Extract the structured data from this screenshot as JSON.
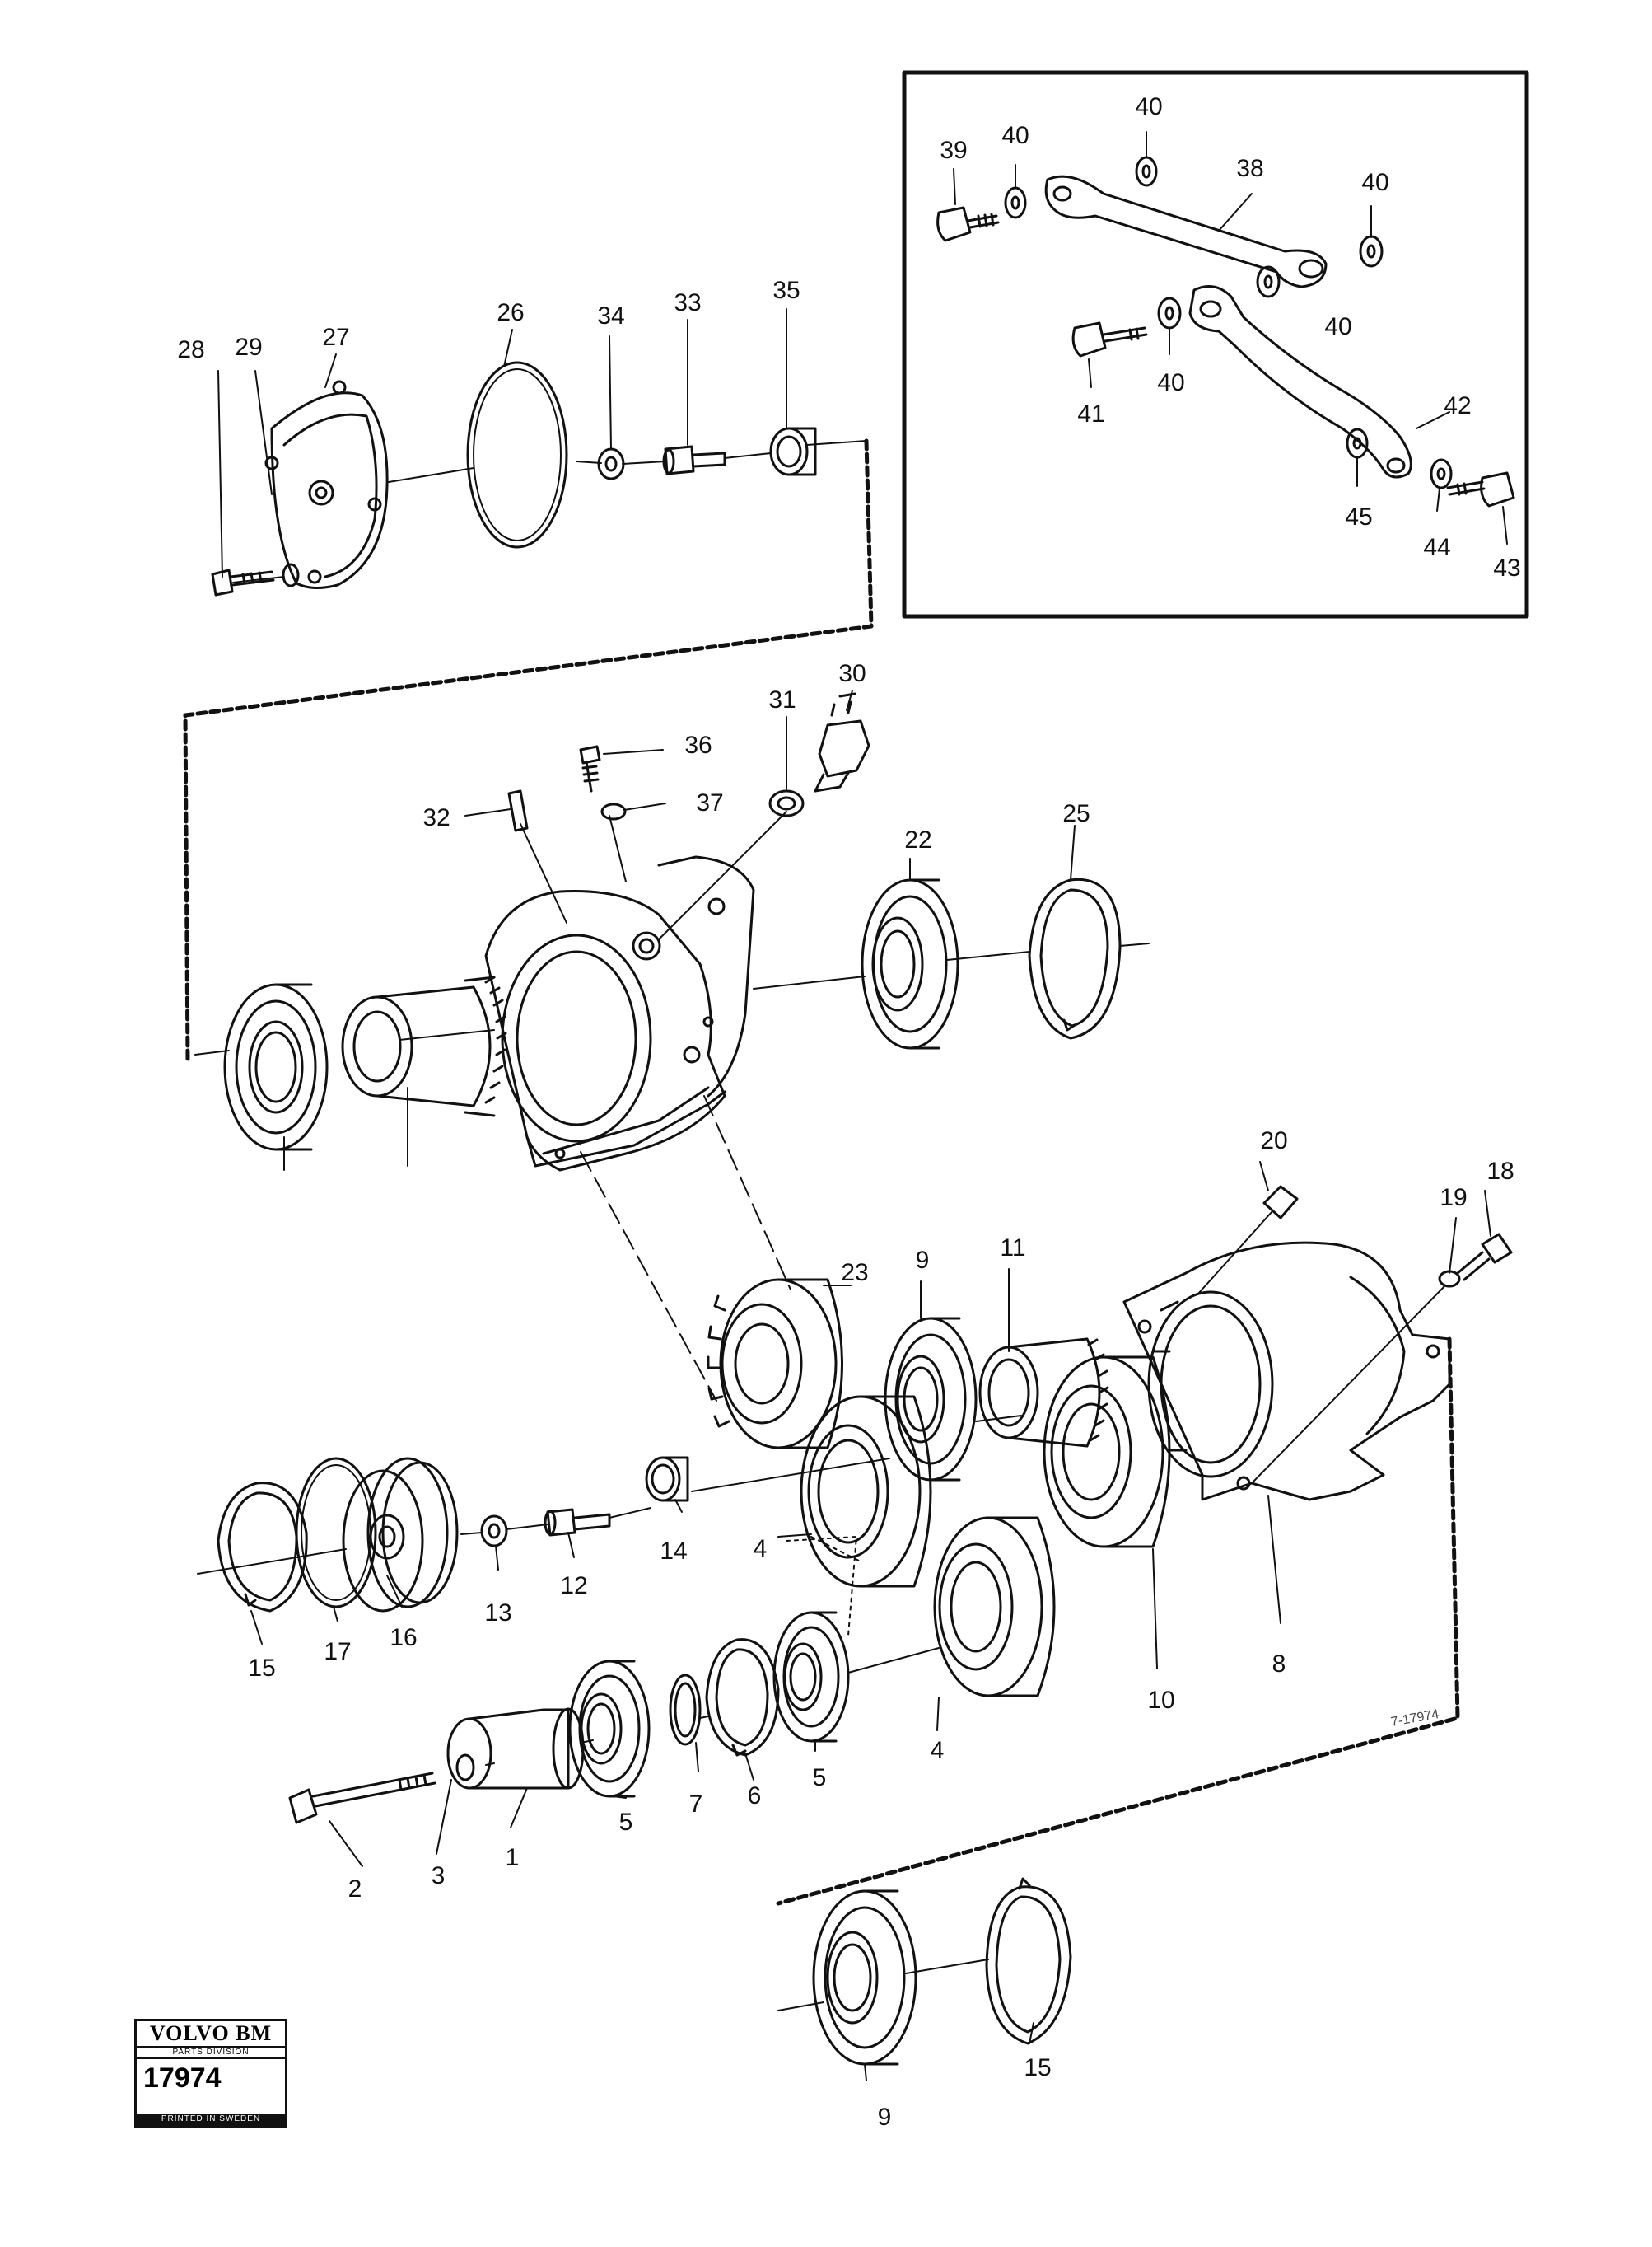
{
  "logo": {
    "brand": "VOLVO BM",
    "division": "PARTS DIVISION",
    "code": "17974",
    "printed": "PRINTED IN SWEDEN"
  },
  "drawing_ref": "7-17974",
  "callouts": [
    {
      "id": "c1",
      "text": "1"
    },
    {
      "id": "c2",
      "text": "2"
    },
    {
      "id": "c3",
      "text": "3"
    },
    {
      "id": "c4a",
      "text": "4"
    },
    {
      "id": "c4b",
      "text": "4"
    },
    {
      "id": "c5a",
      "text": "5"
    },
    {
      "id": "c5b",
      "text": "5"
    },
    {
      "id": "c6",
      "text": "6"
    },
    {
      "id": "c7",
      "text": "7"
    },
    {
      "id": "c8",
      "text": "8"
    },
    {
      "id": "c9a",
      "text": "9"
    },
    {
      "id": "c9b",
      "text": "9"
    },
    {
      "id": "c10",
      "text": "10"
    },
    {
      "id": "c11",
      "text": "11"
    },
    {
      "id": "c12",
      "text": "12"
    },
    {
      "id": "c13",
      "text": "13"
    },
    {
      "id": "c14",
      "text": "14"
    },
    {
      "id": "c15a",
      "text": "15"
    },
    {
      "id": "c15b",
      "text": "15"
    },
    {
      "id": "c16",
      "text": "16"
    },
    {
      "id": "c17",
      "text": "17"
    },
    {
      "id": "c18",
      "text": "18"
    },
    {
      "id": "c19",
      "text": "19"
    },
    {
      "id": "c20",
      "text": "20"
    },
    {
      "id": "c22",
      "text": "22"
    },
    {
      "id": "c23",
      "text": "23"
    },
    {
      "id": "c25",
      "text": "25"
    },
    {
      "id": "c26",
      "text": "26"
    },
    {
      "id": "c27",
      "text": "27"
    },
    {
      "id": "c28",
      "text": "28"
    },
    {
      "id": "c29",
      "text": "29"
    },
    {
      "id": "c30",
      "text": "30"
    },
    {
      "id": "c31",
      "text": "31"
    },
    {
      "id": "c32",
      "text": "32"
    },
    {
      "id": "c33",
      "text": "33"
    },
    {
      "id": "c34",
      "text": "34"
    },
    {
      "id": "c35",
      "text": "35"
    },
    {
      "id": "c36",
      "text": "36"
    },
    {
      "id": "c37",
      "text": "37"
    },
    {
      "id": "c38",
      "text": "38"
    },
    {
      "id": "c39",
      "text": "39"
    },
    {
      "id": "c40a",
      "text": "40"
    },
    {
      "id": "c40b",
      "text": "40"
    },
    {
      "id": "c40c",
      "text": "40"
    },
    {
      "id": "c40d",
      "text": "40"
    },
    {
      "id": "c40e",
      "text": "40"
    },
    {
      "id": "c41",
      "text": "41"
    },
    {
      "id": "c42",
      "text": "42"
    },
    {
      "id": "c43",
      "text": "43"
    },
    {
      "id": "c44",
      "text": "44"
    },
    {
      "id": "c45",
      "text": "45"
    }
  ]
}
